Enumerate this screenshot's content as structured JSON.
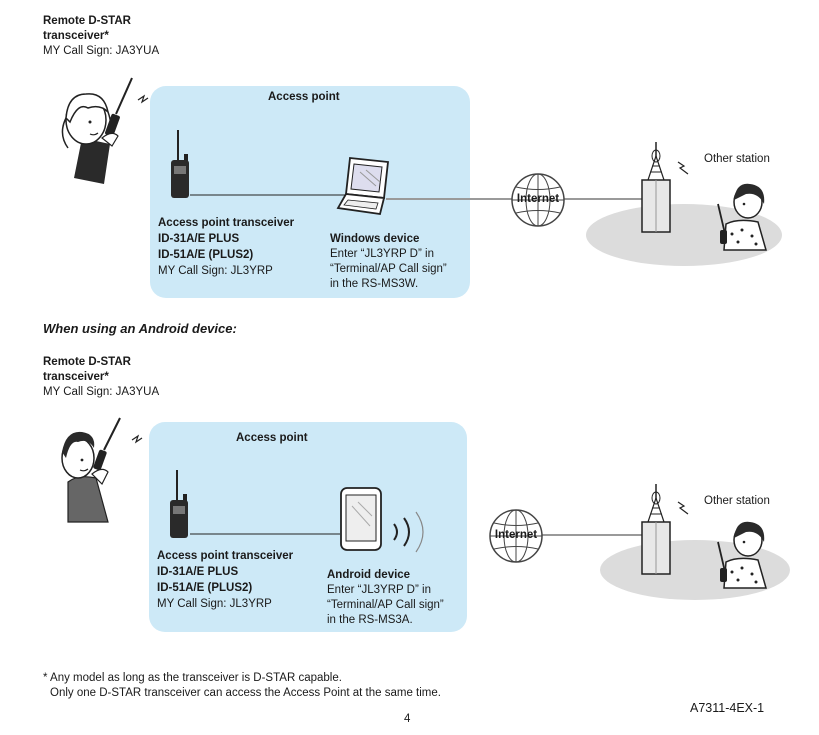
{
  "top": {
    "remote_title_line1": "Remote D-STAR",
    "remote_title_line2": "transceiver*",
    "remote_callsign": "MY Call Sign: JA3YUA",
    "access_point_label": "Access point",
    "ap_transceiver_label": "Access point transceiver",
    "ap_model_1": "ID-31A/E PLUS",
    "ap_model_2": "ID-51A/E (PLUS2)",
    "ap_callsign": "MY Call Sign: JL3YRP",
    "device_title": "Windows device",
    "device_line1": "Enter “JL3YRP D” in",
    "device_line2": "“Terminal/AP Call sign”",
    "device_line3": "in the RS-MS3W.",
    "internet_label": "Internet",
    "other_station_label": "Other station"
  },
  "android_heading": "When using an Android device:",
  "bottom": {
    "remote_title_line1": "Remote D-STAR",
    "remote_title_line2": "transceiver*",
    "remote_callsign": "MY Call Sign: JA3YUA",
    "access_point_label": "Access point",
    "ap_transceiver_label": "Access point transceiver",
    "ap_model_1": "ID-31A/E PLUS",
    "ap_model_2": "ID-51A/E (PLUS2)",
    "ap_callsign": "MY Call Sign: JL3YRP",
    "device_title": "Android device",
    "device_line1": "Enter “JL3YRP D” in",
    "device_line2": "“Terminal/AP Call sign”",
    "device_line3": "in the RS-MS3A.",
    "internet_label": "Internet",
    "other_station_label": "Other station"
  },
  "footnote_line1": "* Any model as long as the transceiver is D-STAR capable.",
  "footnote_line2": "Only one D-STAR transceiver can access the Access Point at the same time.",
  "page_number": "4",
  "doc_code": "A7311-4EX-1",
  "colors": {
    "panel": "#cde9f7",
    "ground": "#dcdcdc",
    "line": "#9a9a9a"
  }
}
